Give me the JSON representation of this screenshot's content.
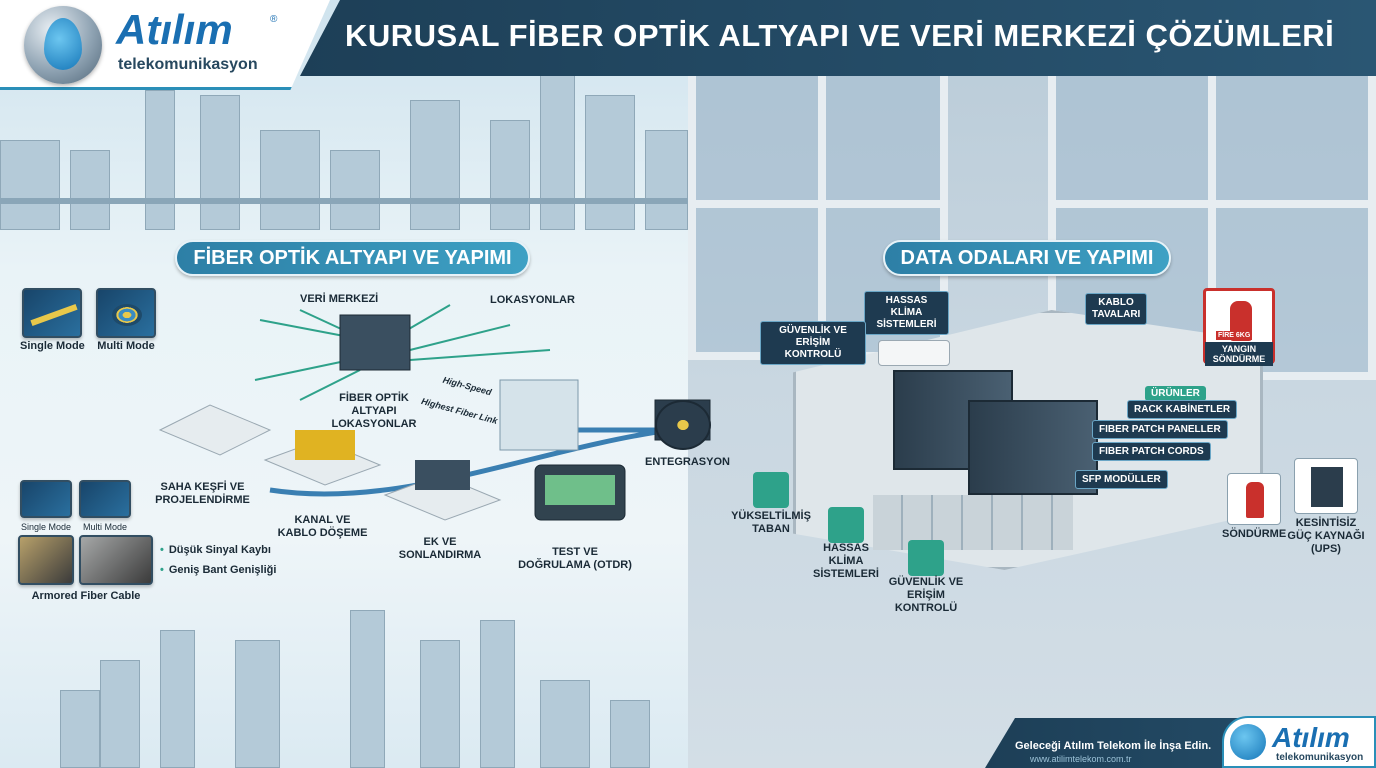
{
  "header": {
    "title": "KURUSAL FİBER OPTİK ALTYAPI VE VERİ MERKEZİ ÇÖZÜMLERİ"
  },
  "brand": {
    "name": "Atılım",
    "tagline": "telekomunikasyon",
    "registered": "®"
  },
  "left": {
    "section_title": "FİBER OPTİK ALTYAPI VE YAPIMI",
    "cable_types": [
      {
        "label": "Single Mode"
      },
      {
        "label": "Multi Mode"
      }
    ],
    "cable_types_small": [
      {
        "label": "Single Mode"
      },
      {
        "label": "Multi Mode"
      }
    ],
    "armored_label": "Armored Fiber Cable",
    "bullets": [
      "Düşük Sinyal Kaybı",
      "Geniş Bant Genişliği"
    ],
    "diagram": {
      "datacenter": "VERİ MERKEZİ",
      "locations": "LOKASYONLAR",
      "fiber_locations": "FİBER OPTİK ALTYAPI LOKASYONLAR",
      "high_speed": "High-Speed",
      "fiber_link": "Highest Fiber Link",
      "survey": "SAHA KEŞFİ VE PROJELENDİRME",
      "trench": "KANAL VE KABLO DÖŞEME",
      "splice": "EK VE SONLANDIRMA",
      "test": "TEST VE DOĞRULAMA (OTDR)",
      "integration": "ENTEGRASYON"
    }
  },
  "right": {
    "section_title": "DATA ODALARI VE YAPIMI",
    "labels": {
      "precision_ac_top": "HASSAS KLİMA SİSTEMLERİ",
      "security_top": "GÜVENLİK VE ERİŞİM KONTROLÜ",
      "cable_trays": "KABLO TAVALARI",
      "fire_top": "YANGIN SÖNDÜRME",
      "raised_floor": "YÜKSELTİLMİŞ TABAN",
      "precision_ac_bottom": "HASSAS KLİMA SİSTEMLERİ",
      "security_bottom": "GÜVENLİK VE ERİŞİM KONTROLÜ",
      "extinguisher": "SÖNDÜRME",
      "ups": "KESİNTİSİZ GÜÇ KAYNAĞI (UPS)"
    },
    "products_heading": "ÜRÜNLER",
    "products": [
      "RACK KABİNETLER",
      "FIBER PATCH PANELLER",
      "FIBER PATCH CORDS",
      "SFP MODÜLLER"
    ],
    "extinguisher_tag": "FİRE 6KG"
  },
  "footer": {
    "slogan": "Geleceği Atılım Telekom İle İnşa Edin.",
    "url": "www.atilimtelekom.com.tr"
  },
  "colors": {
    "header_bg": "#1d3f57",
    "accent_blue": "#2d7fa6",
    "accent_green": "#2ea28a",
    "brand_blue": "#1a6fb2"
  }
}
